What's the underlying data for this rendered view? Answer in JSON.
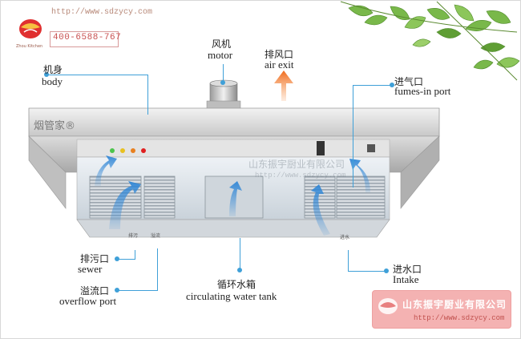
{
  "logo": {
    "url": "http://www.sdzycy.com",
    "phone": "400-6588-767",
    "brand_text": "Zhou Kitchen"
  },
  "labels": {
    "motor_cn": "风机",
    "motor_en": "motor",
    "air_exit_cn": "排风口",
    "air_exit_en": "air exit",
    "body_cn": "机身",
    "body_en": "body",
    "fumes_in_cn": "进气口",
    "fumes_in_en": "fumes-in port",
    "sewer_cn": "排污口",
    "sewer_en": "sewer",
    "overflow_cn": "溢流口",
    "overflow_en": "overflow port",
    "tank_cn": "循环水箱",
    "tank_en": "circulating water tank",
    "intake_cn": "进水口",
    "intake_en": "Intake"
  },
  "hood": {
    "brand_plate": "烟管家®",
    "tag_sewer": "排污",
    "tag_overflow": "溢流",
    "tag_intake": "进水"
  },
  "watermark": {
    "company": "山东振宇厨业有限公司",
    "url": "http://www.sdzycy.com"
  },
  "badge": {
    "company": "山东振宇厨业有限公司",
    "url": "http://www.sdzycy.com"
  },
  "colors": {
    "leader": "#3fa0d8",
    "arrow_orange": "#f07020",
    "arrow_blue": "#3a90d8",
    "badge_bg": "#f4b2b2",
    "leaf_green": "#6aa83a"
  },
  "icons": {
    "led_1": "#4cc44c",
    "led_2": "#e8c020",
    "led_3": "#e88020",
    "led_4": "#e02020"
  }
}
